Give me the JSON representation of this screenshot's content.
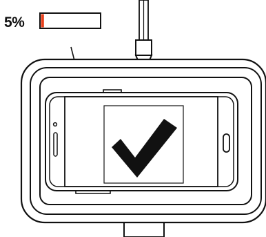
{
  "battery": {
    "label": "5%",
    "level": 0.05,
    "fill_color": "#e8401c",
    "state": "charging"
  },
  "figure": {
    "charger": "wireless-charging-pad",
    "device": "smartphone",
    "status_icon": "checkmark-icon"
  }
}
